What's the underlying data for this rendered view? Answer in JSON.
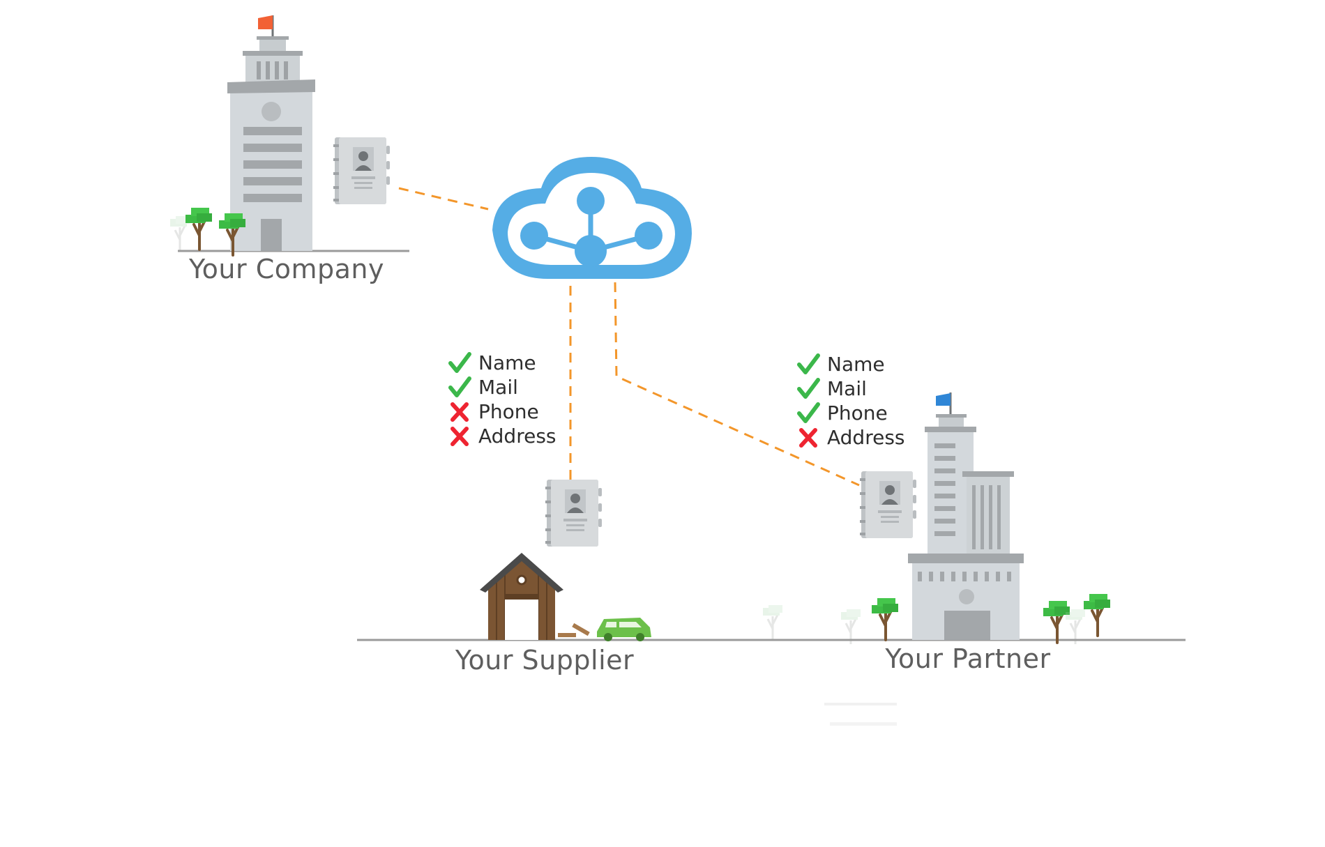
{
  "colors": {
    "cloud": "#55ade5",
    "connector": "#f3962a",
    "building": "#d3d8dc",
    "building_dark": "#a3a7aa",
    "ground": "#9a9a9a",
    "tree_leaf": "#3dbb45",
    "tree_trunk": "#7a5632",
    "check": "#3bb74a",
    "cross": "#ee2431",
    "company_flag": "#f26135",
    "partner_flag": "#2f86d6",
    "barn": "#7b5533",
    "car": "#6cc04a"
  },
  "hub": {
    "icon": "cloud-network-icon"
  },
  "sites": {
    "company": {
      "label": "Your Company",
      "icon": "office-tower-icon"
    },
    "supplier": {
      "label": "Your Supplier",
      "icon": "barn-icon"
    },
    "partner": {
      "label": "Your Partner",
      "icon": "office-complex-icon"
    }
  },
  "address_book_icon": "address-book-icon",
  "permissions": {
    "supplier": [
      {
        "field": "Name",
        "allowed": true
      },
      {
        "field": "Mail",
        "allowed": true
      },
      {
        "field": "Phone",
        "allowed": false
      },
      {
        "field": "Address",
        "allowed": false
      }
    ],
    "partner": [
      {
        "field": "Name",
        "allowed": true
      },
      {
        "field": "Mail",
        "allowed": true
      },
      {
        "field": "Phone",
        "allowed": true
      },
      {
        "field": "Address",
        "allowed": false
      }
    ]
  }
}
